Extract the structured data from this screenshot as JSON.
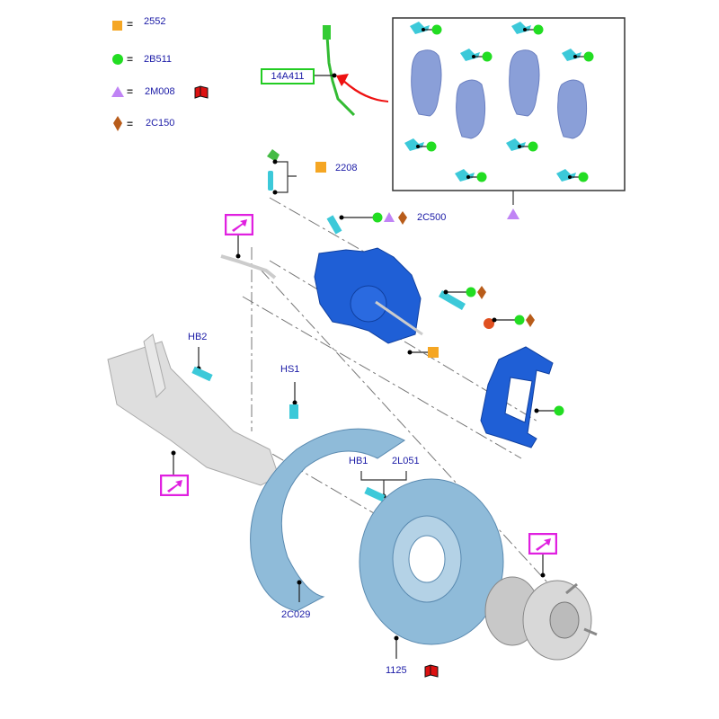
{
  "legend": [
    {
      "symbol": "square",
      "color": "#f5a623",
      "equals": "=",
      "code": "2552"
    },
    {
      "symbol": "circle",
      "color": "#22dd22",
      "equals": "=",
      "code": "2B511"
    },
    {
      "symbol": "triangle",
      "color": "#c084f5",
      "equals": "=",
      "code": "2M008",
      "has_book_icon": true
    },
    {
      "symbol": "diamond",
      "color": "#b85c1a",
      "equals": "=",
      "code": "2C150"
    }
  ],
  "parts": {
    "wear_sensor": "14A411",
    "bleeder": "2208",
    "caliper_bolt": "2C500",
    "hub_bolt": "HB2",
    "shield_screw": "HS1",
    "disc_bolt_a": "HB1",
    "disc_bolt_b": "2L051",
    "dust_shield": "2C029",
    "brake_disc": "1125"
  },
  "colors": {
    "label_text": "#1a1aa6",
    "callout_border": "#22cc22",
    "link_magenta": "#e020e0",
    "caliper_blue": "#1f5fd6",
    "disc_blue": "#8fbbd9",
    "pad_blue": "#8a9fd8",
    "clip_cyan": "#3cc9d9",
    "book_red": "#dd1111",
    "arrow_red": "#ee1111"
  },
  "icons": {
    "book": "service-manual-book-icon",
    "link": "external-link-arrow-icon"
  }
}
